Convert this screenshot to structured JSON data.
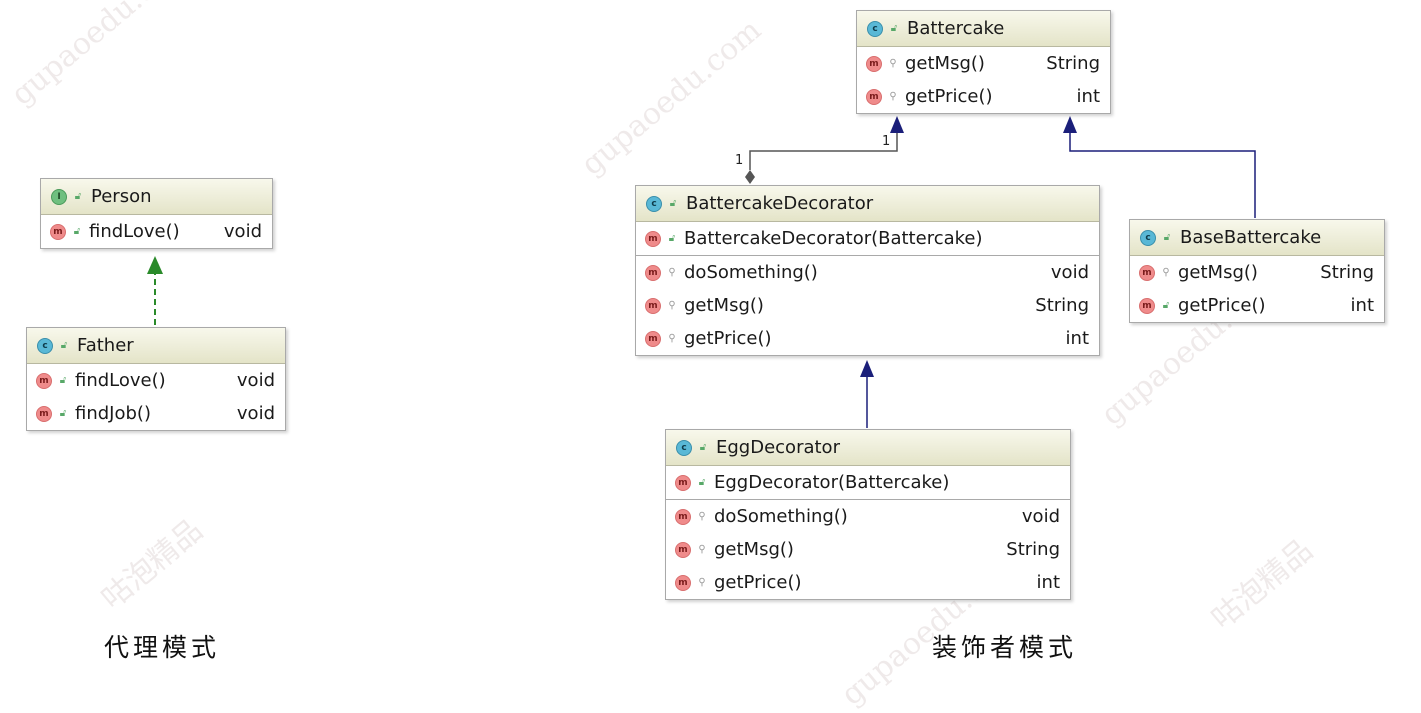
{
  "colors": {
    "implements_arrow": "#2a8a2a",
    "extends_arrow": "#1b1f7a",
    "aggregation": "#555555"
  },
  "watermarks": [
    "gupaoedu.com",
    "咕泡精品",
    "gupaoedu.com",
    "gupaoedu.com",
    "咕泡精品",
    "gupaoedu.com"
  ],
  "diagrams": {
    "proxy": {
      "caption": "代理模式",
      "person": {
        "kind_icon": "interface-badge-icon",
        "name": "Person",
        "members": [
          {
            "name": "findLove()",
            "type": "void"
          }
        ]
      },
      "father": {
        "kind_icon": "class-badge-icon",
        "name": "Father",
        "members": [
          {
            "name": "findLove()",
            "type": "void"
          },
          {
            "name": "findJob()",
            "type": "void"
          }
        ]
      }
    },
    "decorator": {
      "caption": "装饰者模式",
      "battercake": {
        "name": "Battercake",
        "members": [
          {
            "name": "getMsg()",
            "type": "String"
          },
          {
            "name": "getPrice()",
            "type": "int"
          }
        ]
      },
      "battercake_decorator": {
        "name": "BattercakeDecorator",
        "constructor": "BattercakeDecorator(Battercake)",
        "members": [
          {
            "name": "doSomething()",
            "type": "void"
          },
          {
            "name": "getMsg()",
            "type": "String"
          },
          {
            "name": "getPrice()",
            "type": "int"
          }
        ]
      },
      "base_battercake": {
        "name": "BaseBattercake",
        "members": [
          {
            "name": "getMsg()",
            "type": "String"
          },
          {
            "name": "getPrice()",
            "type": "int"
          }
        ]
      },
      "egg_decorator": {
        "name": "EggDecorator",
        "constructor": "EggDecorator(Battercake)",
        "members": [
          {
            "name": "doSomething()",
            "type": "void"
          },
          {
            "name": "getMsg()",
            "type": "String"
          },
          {
            "name": "getPrice()",
            "type": "int"
          }
        ]
      },
      "multiplicity": {
        "whole": "1",
        "part": "1"
      }
    }
  }
}
